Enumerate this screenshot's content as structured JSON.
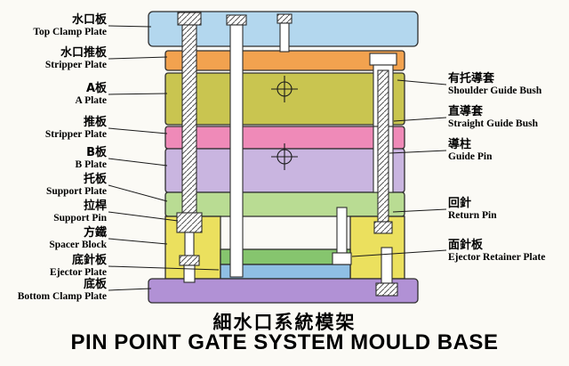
{
  "title": {
    "zh": "細水口系統模架",
    "en": "PIN POINT GATE SYSTEM MOULD BASE"
  },
  "labels_left": [
    {
      "zh": "水口板",
      "en": "Top Clamp Plate"
    },
    {
      "zh": "水口推板",
      "en": "Stripper Plate"
    },
    {
      "zh": "A板",
      "en": "A Plate"
    },
    {
      "zh": "推板",
      "en": "Stripper Plate"
    },
    {
      "zh": "B板",
      "en": "B Plate"
    },
    {
      "zh": "托板",
      "en": "Support Plate"
    },
    {
      "zh": "拉桿",
      "en": "Support Pin"
    },
    {
      "zh": "方鐵",
      "en": "Spacer Block"
    },
    {
      "zh": "底針板",
      "en": "Ejector Plate"
    },
    {
      "zh": "底板",
      "en": "Bottom Clamp Plate"
    }
  ],
  "labels_right": [
    {
      "zh": "有托導套",
      "en": "Shoulder Guide Bush"
    },
    {
      "zh": "直導套",
      "en": "Straight Guide Bush"
    },
    {
      "zh": "導柱",
      "en": "Guide Pin"
    },
    {
      "zh": "回針",
      "en": "Return Pin"
    },
    {
      "zh": "面針板",
      "en": "Ejector Retainer Plate"
    }
  ],
  "colors": {
    "top_clamp_plate": "#b3d7ee",
    "stripper_plate_top": "#f2a24f",
    "a_plate": "#c9c550",
    "stripper_plate": "#ef8ab8",
    "b_plate": "#c9b5e0",
    "support_plate": "#b9dc93",
    "spacer_block": "#ebe05e",
    "ejector_retainer_plate": "#86c56e",
    "ejector_plate": "#8fbfe4",
    "bottom_clamp_plate": "#b191d5"
  }
}
